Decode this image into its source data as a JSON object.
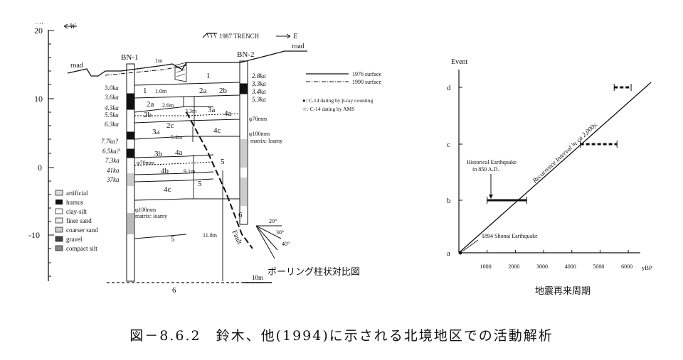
{
  "left": {
    "trench_label": "1987 TRENCH",
    "w_arrow": "W",
    "e_arrow": "E",
    "road_left": "road",
    "road_right": "road",
    "bh1": "BN-1",
    "bh2": "BN-2",
    "scale_1m": "1m",
    "depth_ticks": [
      "20",
      "10",
      "0",
      "-10"
    ],
    "ages_left": [
      "3.0ka",
      "3.6ka",
      "4.3ka",
      "5.5ka",
      "6.3ka",
      "7.7ka?",
      "6.5ka?",
      "7.3ka",
      "41ka",
      "37ka"
    ],
    "ages_right": [
      "2.8ka",
      "3.3ka",
      "3.4ka",
      "5.3ka"
    ],
    "units": [
      "1",
      "1",
      "2a",
      "2b",
      "2a",
      "2b",
      "3a",
      "4a",
      "2c",
      "3a",
      "4c",
      "3b",
      "4a",
      "5",
      "4b",
      "4c",
      "5",
      "5",
      "6",
      "6"
    ],
    "dims": [
      "1.0m",
      "2.6m",
      "3.3m",
      "5.4m",
      "9.1m",
      "11.8m"
    ],
    "legend_lines": [
      "1976 surface",
      "1990 surface"
    ],
    "dating_notes": [
      "●: C-14 dating by β-ray counting",
      "☆: C-14 dating by AMS"
    ],
    "gravel_notes": [
      "φ70mm",
      "φ100mm",
      "matrix: loamy",
      "φ70mm",
      "φ100mm",
      "matrix: loamy"
    ],
    "fault": "Fault",
    "angles": [
      "20°",
      "30°",
      "40°"
    ],
    "scale_bar": "10m",
    "lith_legend": [
      "artificial",
      "humus",
      "clay-silt",
      "finer sand",
      "coarser sand",
      "gravel",
      "compact silt"
    ],
    "jp_title": "ボーリング柱状対比図"
  },
  "chart_data": {
    "type": "scatter",
    "ylabel": "Event",
    "xlabel": "yBP",
    "x_ticks": [
      "1000",
      "2000",
      "3000",
      "4000",
      "5000",
      "6000"
    ],
    "y_ticks": [
      "a",
      "b",
      "c",
      "d"
    ],
    "xlim": [
      0,
      6300
    ],
    "points": [
      {
        "event": "a",
        "x": 0
      },
      {
        "event": "b",
        "x": 1000,
        "range": [
          1000,
          2400
        ]
      },
      {
        "event": "c",
        "x": 4300,
        "range": [
          4300,
          5600
        ]
      },
      {
        "event": "d",
        "x": 5500,
        "range": [
          5500,
          6100
        ]
      }
    ],
    "trend_label": "Recurrence Interval ≒ ca 2,000y.",
    "annotations": [
      "Historical Earthquake",
      "in 850 A.D.",
      "1894 Shonai Earthquake"
    ],
    "jp_title": "地震再来周期"
  },
  "caption": "図－8.6.2　鈴木、他(1994)に示される北境地区での活動解析"
}
